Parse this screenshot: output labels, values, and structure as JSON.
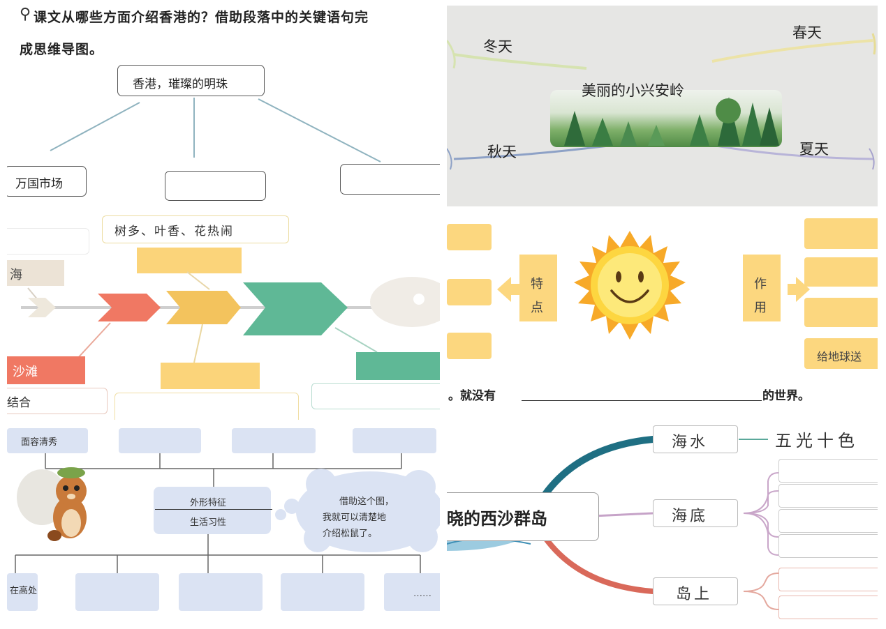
{
  "hk": {
    "question_line1": "课文从哪些方面介绍香港的？借助段落中的关键语句完",
    "question_line2": "成思维导图。",
    "center": "香港，璀璨的明珠",
    "left_branch": "万国市场",
    "icon": "pin-icon"
  },
  "xing": {
    "center": "美丽的小兴安岭",
    "winter": "冬天",
    "spring": "春天",
    "autumn": "秋天",
    "summer": "夏天"
  },
  "fish": {
    "top_text": "树多、叶香、花热闹",
    "left_sea": "海",
    "left_beach": "沙滩",
    "left_combine": "结合"
  },
  "sun": {
    "left_label": "特点",
    "right_label": "作用",
    "right_last": "给地球送",
    "icon": "sun-icon"
  },
  "sentence": {
    "left": "。就没有",
    "right": "的世界。"
  },
  "squirrel": {
    "top_first": "面容清秀",
    "center_line1": "外形特征",
    "center_line2": "生活习性",
    "bubble_line1": "借助这个图，",
    "bubble_line2": "我就可以清楚地",
    "bubble_line3": "介绍松鼠了。",
    "bottom_first": "在高处",
    "bottom_last": "……",
    "icon": "squirrel-icon"
  },
  "xisha": {
    "center": "晓的西沙群岛",
    "seawater": "海水",
    "seawater_desc": "五光十色",
    "seabed": "海底",
    "island": "岛上"
  }
}
